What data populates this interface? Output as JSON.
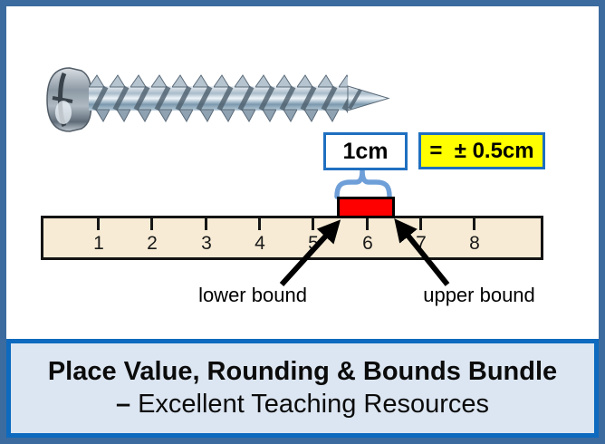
{
  "slide": {
    "frame_color": "#3c6b9f",
    "background": "#ffffff"
  },
  "icons": {
    "screw": "screw-image",
    "brace": "curly-brace-down"
  },
  "callouts": {
    "measurement_label": "1cm",
    "tolerance_label": "=  ± 0.5cm",
    "box_border_color": "#1f6fc0",
    "tolerance_fill": "#ffff00"
  },
  "ruler": {
    "numbers": [
      "1",
      "2",
      "3",
      "4",
      "5",
      "6",
      "7",
      "8"
    ],
    "fill_color": "#f7ebd5"
  },
  "highlight": {
    "color": "#ff0000"
  },
  "brace_color": "#6f9fd8",
  "annotations": {
    "lower_bound": "lower bound",
    "upper_bound": "upper bound",
    "arrow_color": "#000000"
  },
  "banner": {
    "dash": "–",
    "line1": "Place Value, Rounding & Bounds Bundle",
    "line2": "Excellent Teaching Resources",
    "fill_color": "#dce6f2",
    "border_color": "#0d6abf"
  }
}
